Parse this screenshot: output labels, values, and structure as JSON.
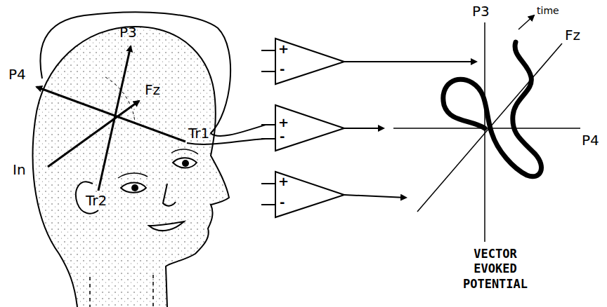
{
  "diagram": {
    "caption": "VECTOR EVOKED POTENTIAL",
    "labels": [
      "P3",
      "P4",
      "Fz",
      "Tr1",
      "In",
      "Tr2",
      "+",
      "-",
      "+",
      "-",
      "+",
      "-",
      "P3",
      "time",
      "Fz",
      "P4"
    ]
  }
}
